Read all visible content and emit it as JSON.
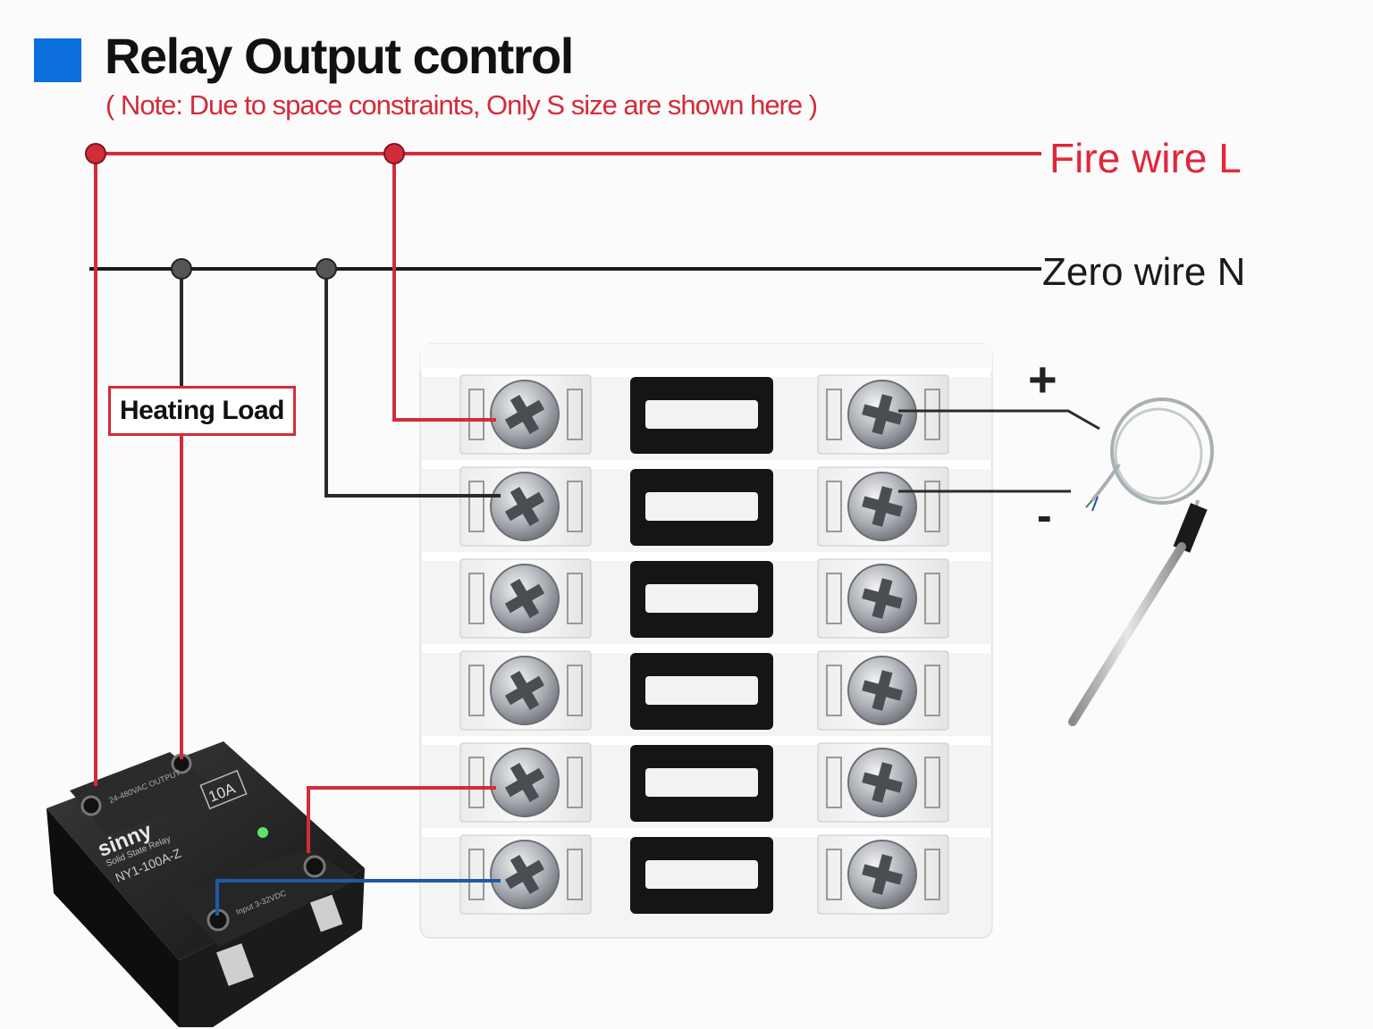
{
  "title": "Relay Output control",
  "note": "( Note: Due to space constraints, Only S size are shown here )",
  "wires": {
    "fire_label": "Fire wire L",
    "zero_label": "Zero wire N"
  },
  "load_label": "Heating Load",
  "sensor": {
    "plus": "+",
    "minus": "-"
  },
  "ssr": {
    "brand": "sinny",
    "subtitle": "Solid State Relay",
    "model": "NY1-100A-Z",
    "rating": "10A",
    "output_label": "24-480VAC OUTPUT",
    "input_label": "Input 3-32VDC"
  },
  "colors": {
    "fire": "#d42b3a",
    "zero": "#222222",
    "control_pos": "#d42b3a",
    "control_neg": "#1e5aa8",
    "accent": "#0a6fdc"
  }
}
